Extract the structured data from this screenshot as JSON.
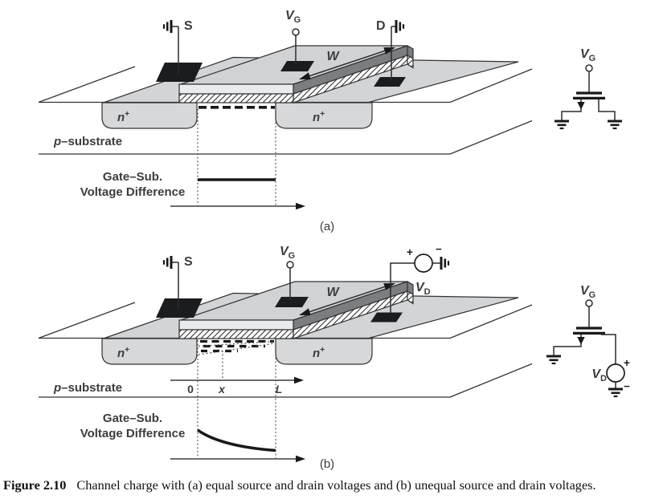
{
  "colors": {
    "plateau": "#d3d4d6",
    "well": "#d7d8da",
    "gate_top": "#d0d2d4",
    "gate_front": "#eaebed",
    "gate_side": "#7b7d80",
    "pad": "#1b1c1e"
  },
  "panel_a": {
    "tag": "(a)",
    "source_label": "S",
    "drain_label": "D",
    "gate_terminal": {
      "symbol": "V",
      "sub": "G"
    },
    "width_label": "W",
    "n_plus_left": {
      "base": "n",
      "sup": "+"
    },
    "n_plus_right": {
      "base": "n",
      "sup": "+"
    },
    "substrate": {
      "italic": "p",
      "rest": "–substrate"
    },
    "plot": {
      "label_line1": "Gate–Sub.",
      "label_line2": "Voltage Difference"
    }
  },
  "panel_b": {
    "tag": "(b)",
    "source_label": "S",
    "gate_terminal": {
      "symbol": "V",
      "sub": "G"
    },
    "drain_source": {
      "plus": "+",
      "minus": "−",
      "symbol": "V",
      "sub": "D"
    },
    "width_label": "W",
    "n_plus_left": {
      "base": "n",
      "sup": "+"
    },
    "n_plus_right": {
      "base": "n",
      "sup": "+"
    },
    "substrate": {
      "italic": "p",
      "rest": "–substrate"
    },
    "axis": {
      "origin": "0",
      "position": "x",
      "length": "L"
    },
    "plot": {
      "label_line1": "Gate–Sub.",
      "label_line2": "Voltage Difference"
    }
  },
  "circuit_a": {
    "gate_terminal": {
      "symbol": "V",
      "sub": "G"
    }
  },
  "circuit_b": {
    "gate_terminal": {
      "symbol": "V",
      "sub": "G"
    },
    "drain_source": {
      "symbol": "V",
      "sub": "D",
      "plus": "+",
      "minus": "−"
    }
  },
  "caption": {
    "label": "Figure 2.10",
    "text": "Channel charge with (a) equal source and drain voltages and (b) unequal source and drain voltages."
  }
}
